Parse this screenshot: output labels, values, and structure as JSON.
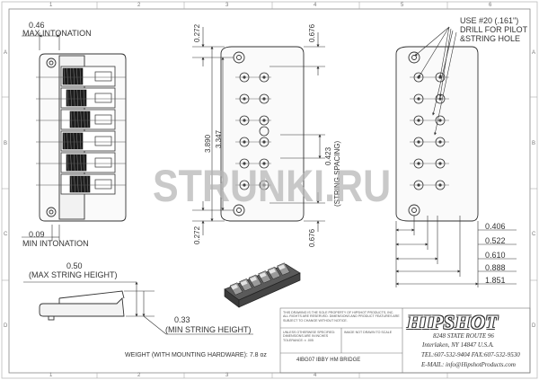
{
  "column_marks": [
    "1",
    "2",
    "3",
    "4",
    "5",
    "6"
  ],
  "row_marks": [
    "A",
    "B",
    "C",
    "D"
  ],
  "dimensions": {
    "max_intonation": {
      "value": "0.46",
      "label": "MAX INTONATION"
    },
    "min_intonation": {
      "value": "0.09",
      "label": "MIN INTONATION"
    },
    "max_string_height": {
      "value": "0.50",
      "label": "(MAX STRING HEIGHT)"
    },
    "min_string_height": {
      "value": "0.33",
      "label": "(MIN STRING HEIGHT)"
    },
    "mount_top": "0.272",
    "overall_length": "3.890",
    "hole_span": "3.347",
    "mount_bottom": "0.272",
    "edge_top": "0.676",
    "edge_bottom": "0.676",
    "string_spacing": {
      "value": "0.423",
      "label": "(STRING SPACING)"
    },
    "right_offsets": [
      "0.406",
      "0.522",
      "0.610",
      "0.888",
      "1.851"
    ]
  },
  "drill_note": [
    "USE #20 (.161\")",
    "DRILL FOR PILOT",
    "&STRING HOLE"
  ],
  "weight_note": "WEIGHT (WITH MOUNTING HARDWARE): 7.8 oz",
  "watermark": "STRUNKI.RU",
  "title_block": {
    "proprietary": "THIS DRAWING IS THE SOLE PROPERTY OF HIPSHOT PRODUCTS, INC. ALL RIGHTS ARE RESERVED. DIMENSIONS AND PRODUCT FEATURES ARE SUBJECT TO CHANGE WITHOUT NOTICE.",
    "tolerance": "UNLESS OTHERWISE SPECIFIED: DIMENSIONS ARE IN INCHES TOLERANCE: ± .005",
    "scale_note": "IMAGE NOT DRAWN TO SCALE",
    "part_name": "4IBG07 IBBY HM BRIDGE",
    "company": "HIPSHOT",
    "address": [
      "8248 STATE ROUTE 96",
      "Interlaken, NY 14847 U.S.A.",
      "TEL:607-532-9404 FAX:607-532-9530",
      "E-MAIL: info@HipshotProducts.com"
    ]
  }
}
